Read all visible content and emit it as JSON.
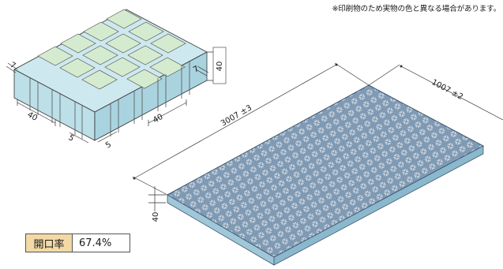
{
  "disclaimer": "※印刷物のため実物の色と異なる場合があります。",
  "colors": {
    "grating_top": "#7f9ab4",
    "grating_side": "#9fc7d8",
    "cell_green": "#d5ebcf",
    "cell_blue": "#cde8ef",
    "label_bg": "#f2d9a6"
  },
  "detail": {
    "dim_height": "40",
    "dim_left_pitch": "40",
    "dim_right_pitch": "40",
    "dim_bar_left": "7",
    "dim_bar_right": "7",
    "dim_gap_a": "5",
    "dim_gap_b": "5"
  },
  "panel": {
    "length": "3007 ±3",
    "width": "1007 ±2",
    "thickness": "40"
  },
  "open_ratio": {
    "label": "開口率",
    "value": "67.4%"
  }
}
